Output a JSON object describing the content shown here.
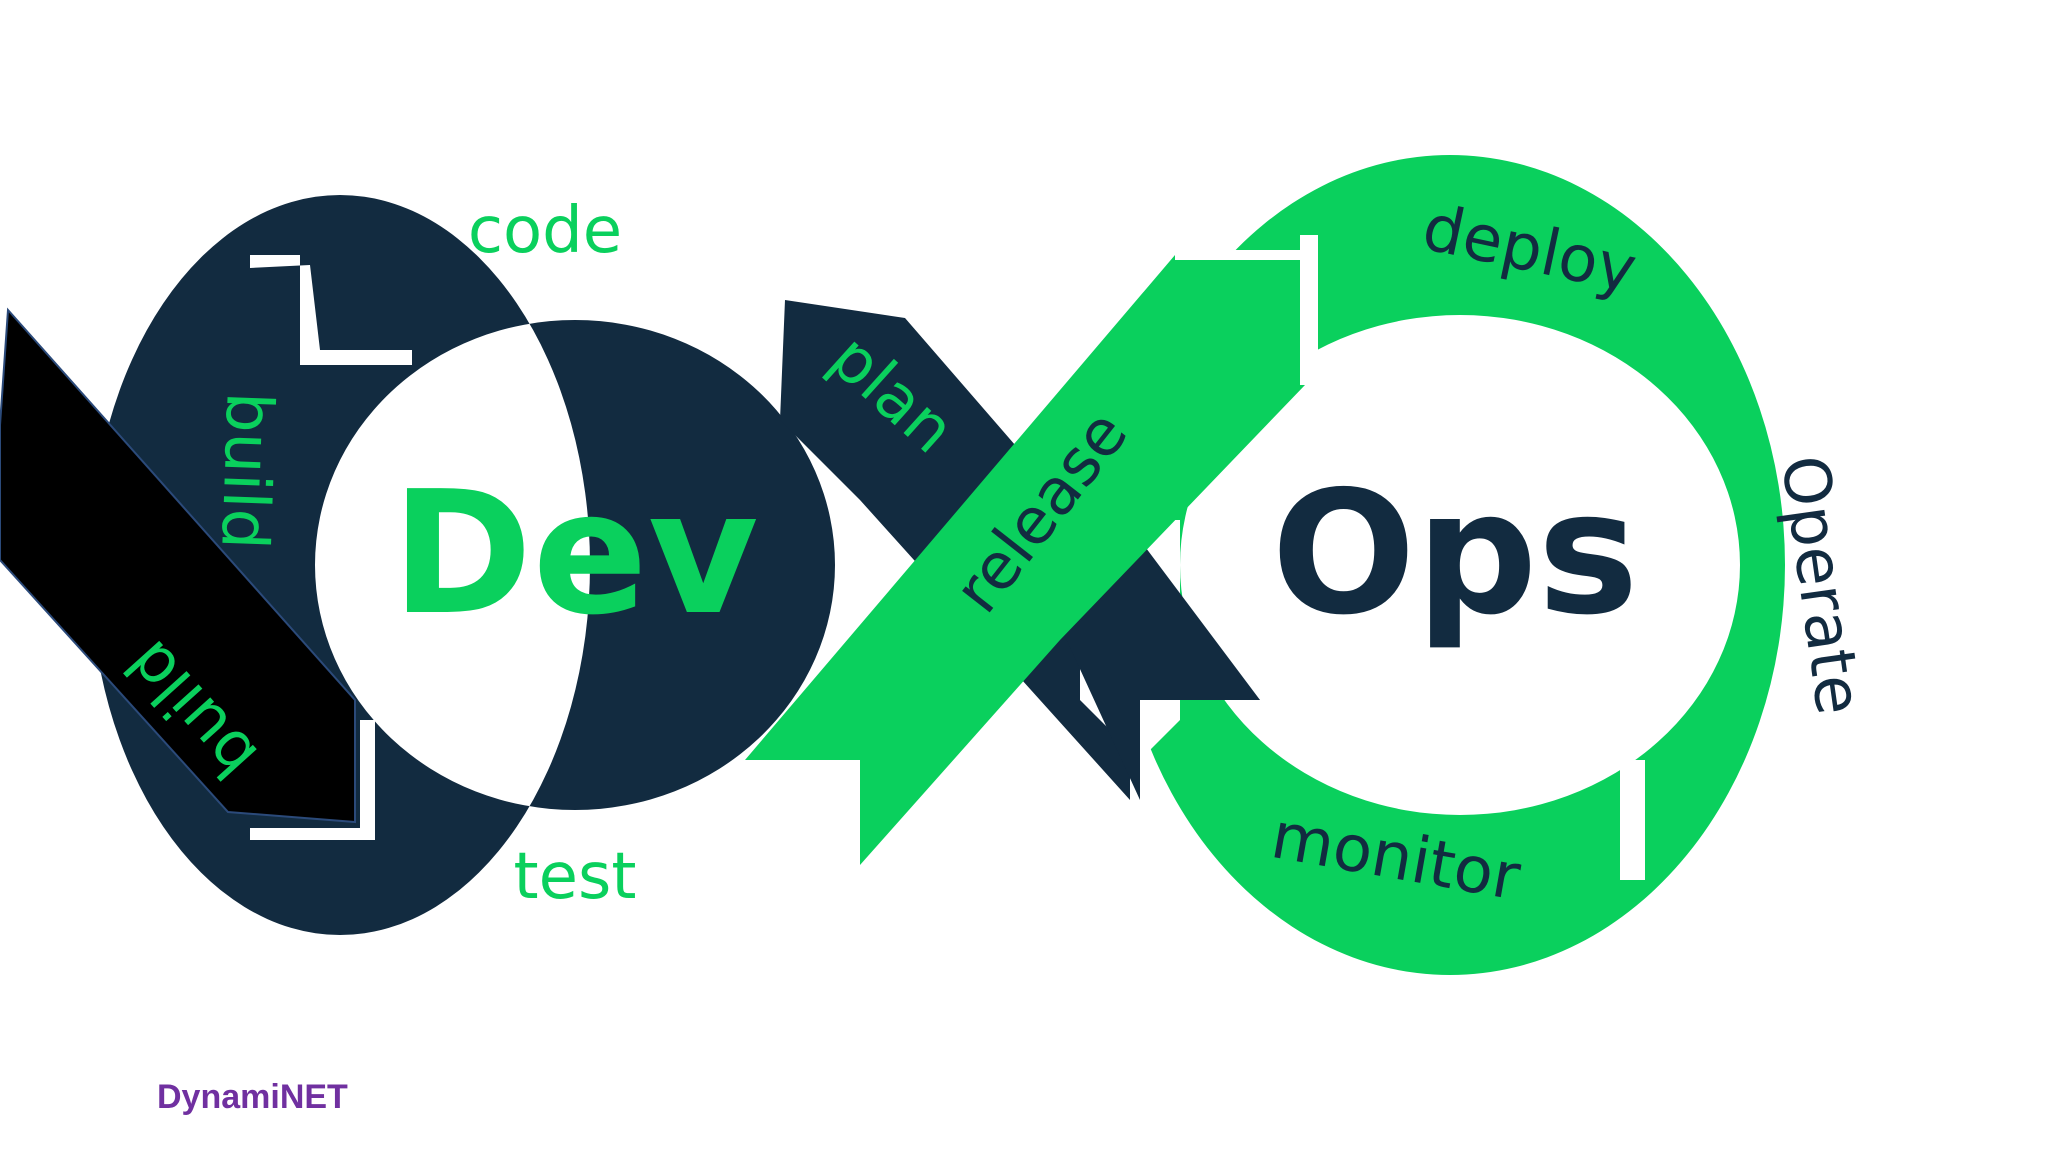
{
  "colors": {
    "navy": "#122b40",
    "green": "#0ad05d",
    "overlay_black": "#000000",
    "brand_purple": "#7030a0",
    "background": "#ffffff"
  },
  "dev_loop": {
    "center_word": "Dev",
    "stages": {
      "plan": "plan",
      "code": "code",
      "build_ghost": "build",
      "test": "test"
    }
  },
  "ops_loop": {
    "center_word": "Ops",
    "stages": {
      "release": "release",
      "deploy": "deploy",
      "operate": "Operate",
      "monitor": "monitor"
    }
  },
  "overlay_arrow": {
    "label": "build"
  },
  "footer": {
    "brand": "DynamiNET"
  }
}
